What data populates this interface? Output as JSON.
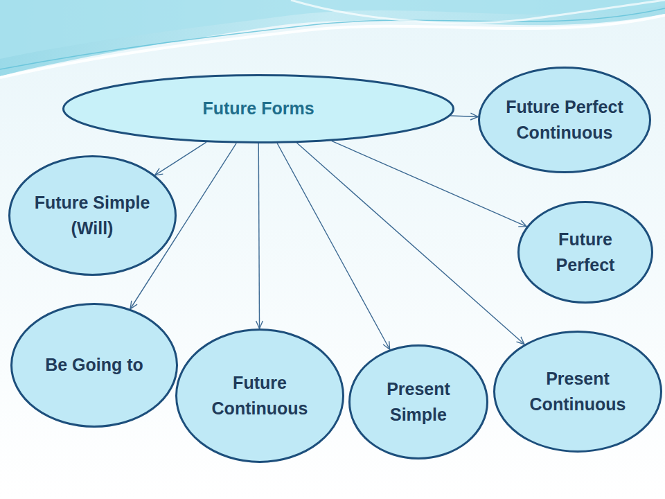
{
  "diagram": {
    "nodes": [
      {
        "text": [
          "Future Forms"
        ]
      },
      {
        "text": [
          "Future Perfect Continuous"
        ]
      },
      {
        "text": [
          "Future Simple (Will)"
        ]
      },
      {
        "text": [
          "Future Perfect"
        ]
      },
      {
        "text": [
          "Be Going to"
        ]
      },
      {
        "text": [
          "Future Continuous"
        ]
      },
      {
        "text": [
          "Present Simple"
        ]
      },
      {
        "text": [
          "Present Continuous"
        ]
      }
    ],
    "edges": [
      {
        "from": 0,
        "to": 1,
        "arrow": "to"
      },
      {
        "from": 0,
        "to": 2,
        "arrow": "to"
      },
      {
        "from": 0,
        "to": 3,
        "arrow": "to"
      },
      {
        "from": 0,
        "to": 4,
        "arrow": "to"
      },
      {
        "from": 0,
        "to": 5,
        "arrow": "to"
      },
      {
        "from": 0,
        "to": 6,
        "arrow": "to"
      },
      {
        "from": 0,
        "to": 7,
        "arrow": "to"
      }
    ]
  }
}
